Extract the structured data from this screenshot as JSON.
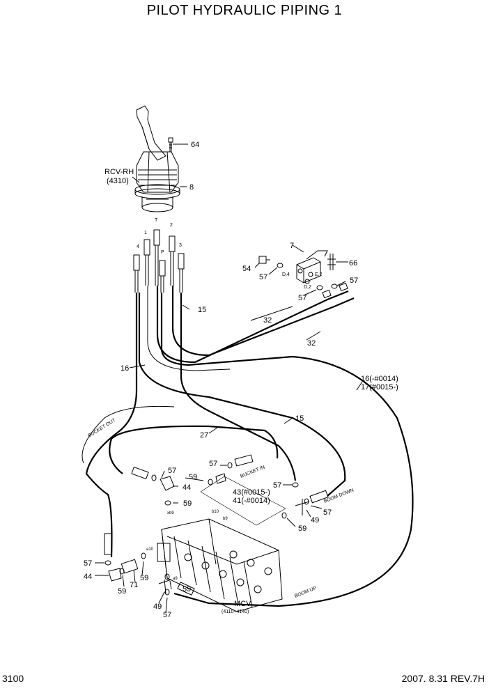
{
  "title": "PILOT HYDRAULIC PIPING 1",
  "page_number": "3100",
  "revision": "2007. 8.31  REV.7H",
  "components": {
    "rcv_name": "RCV-RH",
    "rcv_code": "(4310)",
    "mcv_name": "MCV",
    "mcv_code": "(4110~4140)"
  },
  "port_labels": {
    "t": "T",
    "p1": "1",
    "p2": "2",
    "p3": "3",
    "p4": "4",
    "pp": "P",
    "d4": "D,4",
    "e2": "E,2",
    "d2": "D,2",
    "b10": "b10",
    "b9": "b9",
    "xb9": "xb9",
    "a10": "a10",
    "a9": "a9"
  },
  "hose_labels": {
    "bucket_out": "BUCKET OUT",
    "bucket_in": "BUCKET IN",
    "boom_down": "BOOM DOWN",
    "boom_up": "BOOM UP"
  },
  "callouts": {
    "c64": "64",
    "c8": "8",
    "c7": "7",
    "c54": "54",
    "c66": "66",
    "c57_a": "57",
    "c57_b": "57",
    "c57_c": "57",
    "c57_d": "57",
    "c57_e": "57",
    "c57_f": "57",
    "c57_g": "57",
    "c57_h": "57",
    "c15_a": "15",
    "c15_b": "15",
    "c32_a": "32",
    "c32_b": "32",
    "c16": "16",
    "c16_17_a": "16(-#0014)",
    "c16_17_b": "17(#0015-)",
    "c27": "27",
    "c59_a": "59",
    "c59_b": "59",
    "c59_c": "59",
    "c59_d": "59",
    "c59_e": "59",
    "c59_f": "59",
    "c44_a": "44",
    "c44_b": "44",
    "c43": "43(#0015-)",
    "c41": "41(-#0014)",
    "c49_a": "49",
    "c49_b": "49",
    "c71": "71"
  }
}
